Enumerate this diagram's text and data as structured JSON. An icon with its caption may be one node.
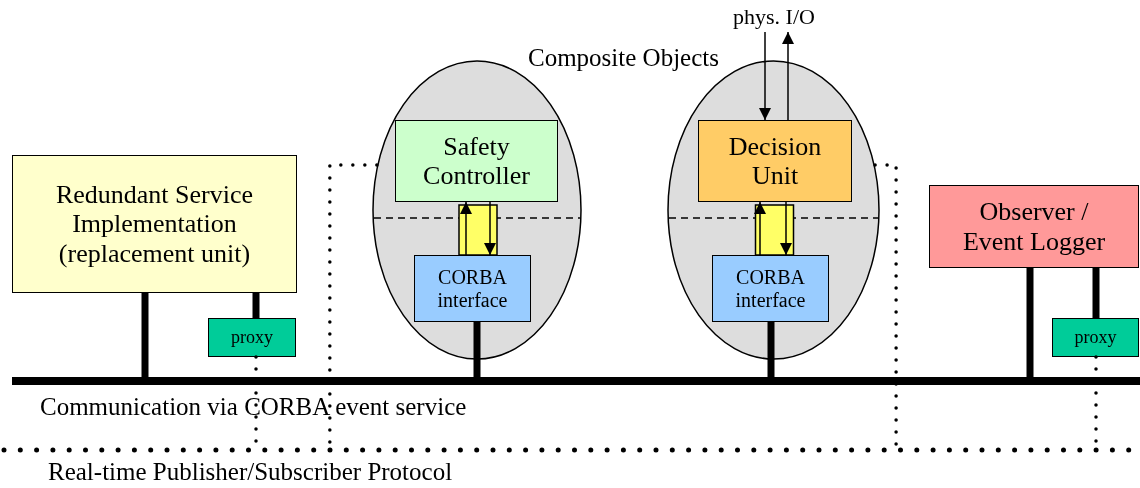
{
  "diagram": {
    "nodes": [
      {
        "text": [
          "Redundant Service Implementation (replacement unit)"
        ]
      },
      {
        "text": [
          "proxy"
        ]
      },
      {
        "text": [],
        "shape": "ellipse"
      },
      {
        "text": [
          "Safety Controller"
        ],
        "in": 2
      },
      {
        "text": [
          "CORBA interface"
        ],
        "in": 2
      },
      {
        "text": [],
        "shape": "ellipse"
      },
      {
        "text": [
          "Decision Unit"
        ],
        "in": 5
      },
      {
        "text": [
          "CORBA interface"
        ],
        "in": 5
      },
      {
        "text": [
          "Observer / Event Logger"
        ]
      },
      {
        "text": [
          "proxy"
        ]
      },
      {
        "text": [],
        "shape": "bar",
        "beside": [
          "Communication via CORBA event service"
        ]
      },
      {
        "text": [],
        "shape": "bar",
        "beside": [
          "Real-time Publisher/Subscriber Protocol"
        ]
      },
      {
        "text": [
          "phys. I/O"
        ]
      }
    ],
    "edges": [
      {
        "from": 0,
        "to": 10,
        "arrow": "none",
        "style": "thick"
      },
      {
        "from": 0,
        "to": 1,
        "arrow": "none",
        "style": "thick"
      },
      {
        "from": 4,
        "to": 3,
        "arrow": "to"
      },
      {
        "from": 3,
        "to": 4,
        "arrow": "to"
      },
      {
        "from": 4,
        "to": 10,
        "arrow": "none",
        "style": "thick"
      },
      {
        "from": 7,
        "to": 6,
        "arrow": "to"
      },
      {
        "from": 6,
        "to": 7,
        "arrow": "to"
      },
      {
        "from": 7,
        "to": 10,
        "arrow": "none",
        "style": "thick"
      },
      {
        "from": 8,
        "to": 10,
        "arrow": "none",
        "style": "thick"
      },
      {
        "from": 8,
        "to": 9,
        "arrow": "none",
        "style": "thick"
      },
      {
        "from": 1,
        "to": 11,
        "arrow": "none",
        "style": "dashed"
      },
      {
        "from": 9,
        "to": 11,
        "arrow": "none",
        "style": "dashed"
      },
      {
        "from": 2,
        "to": 11,
        "arrow": "none",
        "style": "dashed"
      },
      {
        "from": 5,
        "to": 11,
        "arrow": "none",
        "style": "dashed"
      },
      {
        "from": 12,
        "to": 6,
        "arrow": "to"
      },
      {
        "from": 6,
        "to": 12,
        "arrow": "to"
      }
    ],
    "labels": [
      "Composite Objects"
    ]
  }
}
